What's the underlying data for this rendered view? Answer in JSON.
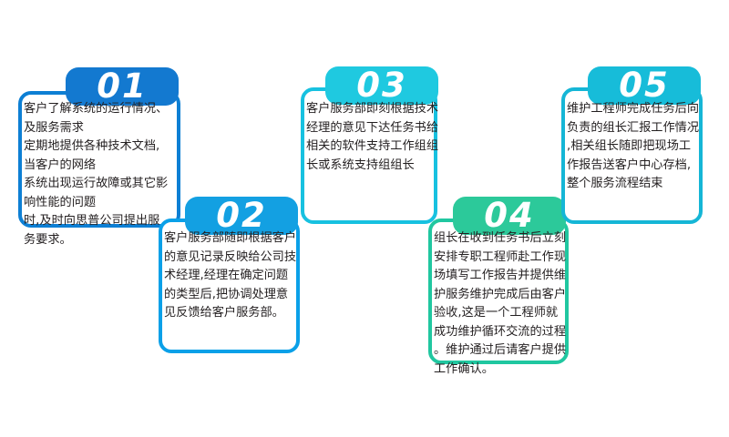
{
  "diagram": {
    "type": "process-flow",
    "orientation": "horizontal-zigzag",
    "background_color": "#ffffff",
    "steps": [
      {
        "id": "01",
        "number": "01",
        "accent_color": "#1379d0",
        "border_color": "#0d7fd4",
        "text": "客户了解系统的运行情况、\n及服务需求\n定期地提供各种技术文档,\n当客户的网络\n系统出现运行故障或其它影\n响性能的问题\n时,及时向思普公司提出服\n务要求。"
      },
      {
        "id": "02",
        "number": "02",
        "accent_color": "#13a0e2",
        "border_color": "#0aa0e8",
        "text": "客户服务部随即根据客户\n的意见记录反映给公司技\n术经理,经理在确定问题\n的类型后,把协调处理意\n见反馈给客户服务部。"
      },
      {
        "id": "03",
        "number": "03",
        "accent_color": "#1fc9e0",
        "border_color": "#17c1e0",
        "text": "客户服务部即刻根据技术\n经理的意见下达任务书给\n相关的软件支持工作组组\n长或系统支持组组长"
      },
      {
        "id": "04",
        "number": "04",
        "accent_color": "#2cc99a",
        "border_color": "#20c7a0",
        "text": "组长在收到任务书后立刻\n安排专职工程师赴工作现\n场填写工作报告并提供维\n护服务维护完成后由客户\n验收,这是一个工程师就\n成功维护循环交流的过程\n。维护通过后请客户提供\n工作确认。"
      },
      {
        "id": "05",
        "number": "05",
        "accent_color": "#17bcd9",
        "border_color": "#15b6d6",
        "text": "维护工程师完成任务后向\n负责的组长汇报工作情况\n,相关组长随即把现场工\n作报告送客户中心存档,\n整个服务流程结束"
      }
    ]
  }
}
